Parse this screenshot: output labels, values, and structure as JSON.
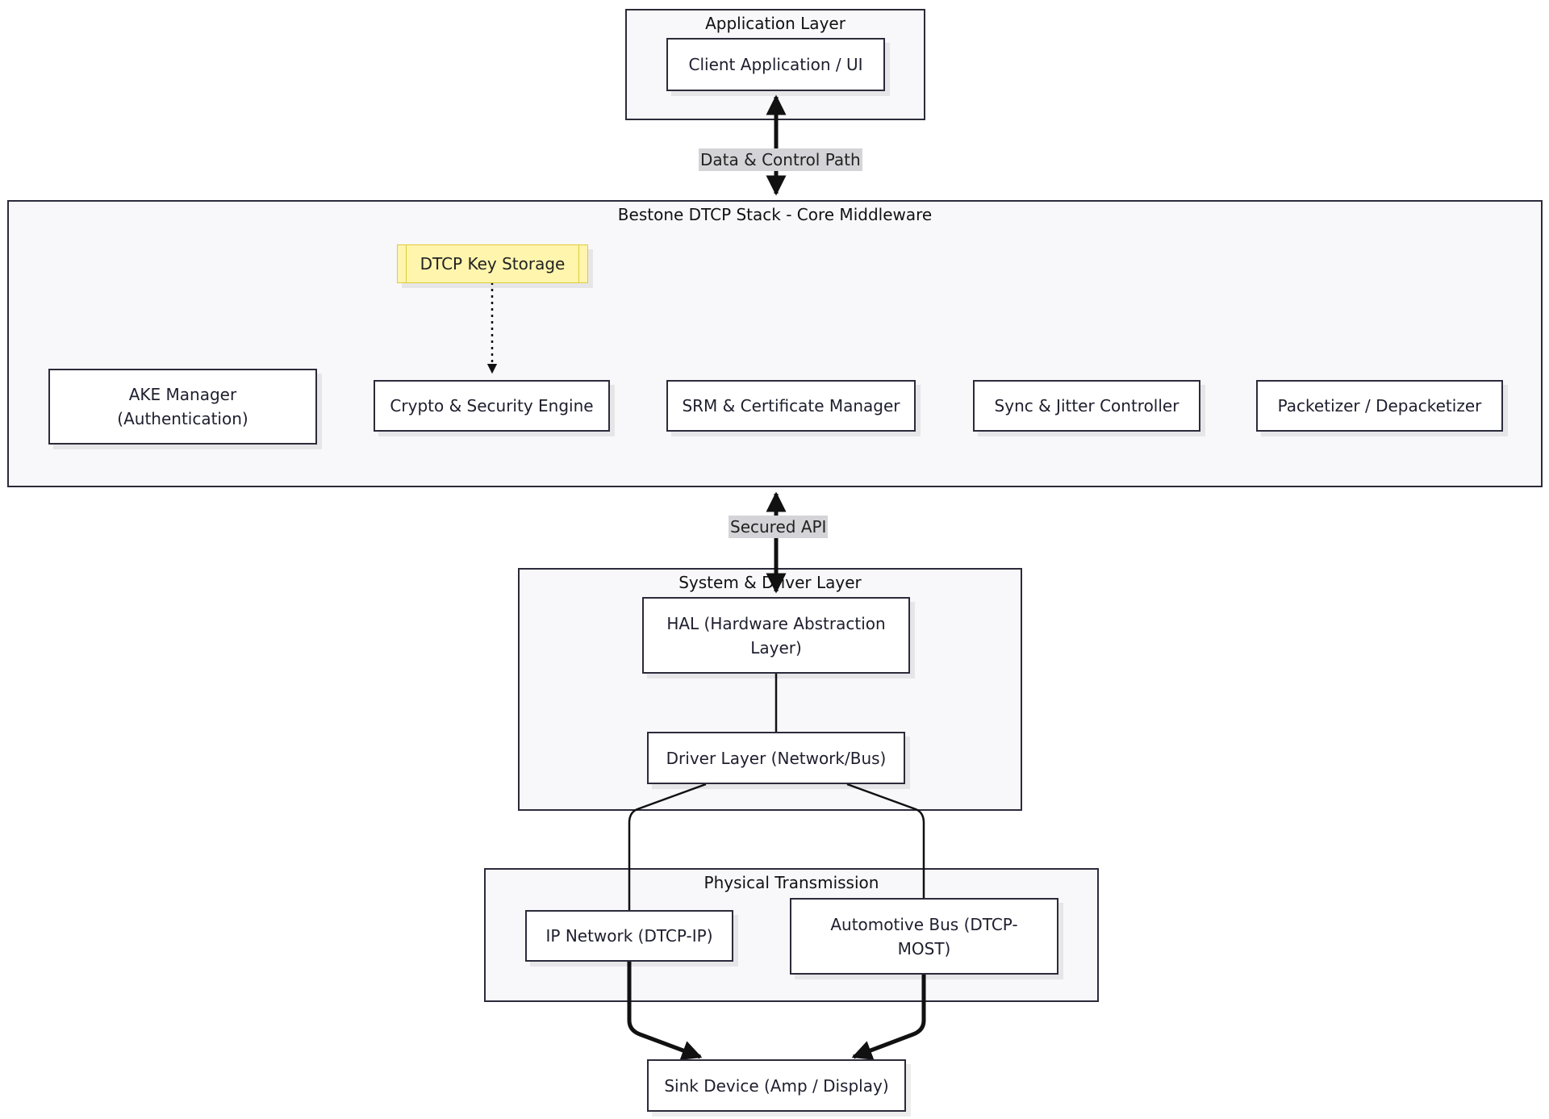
{
  "clusters": {
    "application": {
      "title": "Application Layer"
    },
    "core": {
      "title": "Bestone DTCP Stack - Core Middleware"
    },
    "system": {
      "title": "System & Driver Layer"
    },
    "physical": {
      "title": "Physical Transmission"
    }
  },
  "nodes": {
    "client_app": "Client Application / UI",
    "key_storage": "DTCP Key Storage",
    "ake_manager": [
      "AKE Manager",
      "(Authentication)"
    ],
    "crypto_engine": "Crypto & Security Engine",
    "srm_manager": "SRM & Certificate Manager",
    "sync_controller": "Sync & Jitter Controller",
    "packetizer": "Packetizer / Depacketizer",
    "hal": [
      "HAL (Hardware Abstraction",
      "Layer)"
    ],
    "driver": "Driver Layer (Network/Bus)",
    "ip_network": "IP Network (DTCP-IP)",
    "automotive_bus": [
      "Automotive Bus (DTCP-",
      "MOST)"
    ],
    "sink_device": "Sink Device (Amp / Display)"
  },
  "edge_labels": {
    "data_control": "Data & Control Path",
    "secured_api": "Secured API"
  }
}
